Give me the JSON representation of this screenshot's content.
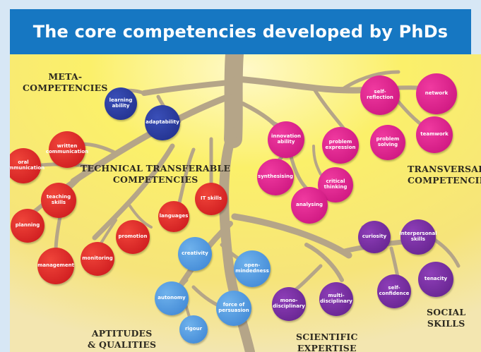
{
  "title": "The core competencies developed by PhDs",
  "colors": {
    "banner": "#1677c2",
    "meta": "#25348f",
    "technical": "#d61f1f",
    "transversal": "#d8168a",
    "aptitudes": "#4a92de",
    "scientific": "#6a2a96",
    "social": "#6a2a96",
    "trunk": "#b5a588",
    "glow": "#fbf06a"
  },
  "categories": {
    "meta": "META-\nCOMPETENCIES",
    "technical": "TECHNICAL TRANSFERABLE\nCOMPETENCIES",
    "transversal": "TRANSVERSAL\nCOMPETENCIES",
    "aptitudes": "APTITUDES\n& QUALITIES",
    "scientific": "SCIENTIFIC\nEXPERTISE",
    "social": "SOCIAL\nSKILLS"
  },
  "nodes": {
    "meta": [
      "learning ability",
      "adaptability"
    ],
    "technical": [
      "written communication",
      "oral communication",
      "teaching skills",
      "planning",
      "management",
      "monitoring",
      "promotion",
      "languages",
      "IT skills"
    ],
    "transversal": [
      "self-reflection",
      "network",
      "innovation ability",
      "problem expression",
      "problem solving",
      "teamwork",
      "synthesising",
      "critical thinking",
      "analysing"
    ],
    "aptitudes": [
      "creativity",
      "open-mindedness",
      "autonomy",
      "force of persuasion",
      "rigour"
    ],
    "scientific": [
      "mono-disciplinary",
      "multi-disciplinary"
    ],
    "social": [
      "curiosity",
      "interpersonal skills",
      "tenacity",
      "self-confidence"
    ]
  }
}
